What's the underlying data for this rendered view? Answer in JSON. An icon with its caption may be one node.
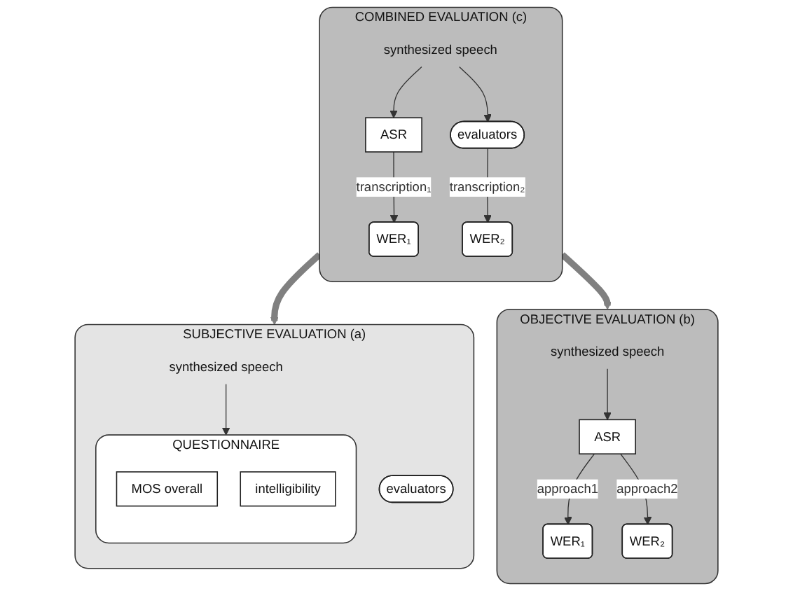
{
  "diagram": {
    "nodes": [
      {
        "text": [
          "SUBJECTIVE EVALUATION (a)"
        ]
      },
      {
        "text": [
          "synthesized speech"
        ],
        "in": 0
      },
      {
        "text": [
          "evaluators"
        ],
        "in": 0
      },
      {
        "text": [
          "QUESTIONNAIRE"
        ],
        "in": 0
      },
      {
        "text": [
          "MOS overall"
        ],
        "in": 3
      },
      {
        "text": [
          "intelligibility"
        ],
        "in": 3
      },
      {
        "text": [
          "OBJECTIVE EVALUATION (b)"
        ]
      },
      {
        "text": [
          "synthesized speech"
        ],
        "in": 6
      },
      {
        "text": [
          "ASR"
        ],
        "in": 6
      },
      {
        "text": [
          "WER₁"
        ],
        "in": 6
      },
      {
        "text": [
          "WER₂"
        ],
        "in": 6
      },
      {
        "text": [
          "COMBINED EVALUATION (c)"
        ]
      },
      {
        "text": [
          "synthesized speech"
        ],
        "in": 11
      },
      {
        "text": [
          "ASR"
        ],
        "in": 11
      },
      {
        "text": [
          "evaluators"
        ],
        "in": 11
      },
      {
        "text": [
          "WER₁"
        ],
        "in": 11
      },
      {
        "text": [
          "WER₂"
        ],
        "in": 11
      }
    ],
    "edges": [
      {
        "from": 1,
        "to": 3,
        "arrow": "to"
      },
      {
        "from": 7,
        "to": 8,
        "arrow": "to"
      },
      {
        "from": 8,
        "to": 9,
        "arrow": "to",
        "label": "approach1"
      },
      {
        "from": 8,
        "to": 10,
        "arrow": "to",
        "label": "approach2"
      },
      {
        "from": 12,
        "to": 13,
        "arrow": "to"
      },
      {
        "from": 12,
        "to": 14,
        "arrow": "to"
      },
      {
        "from": 13,
        "to": 15,
        "arrow": "to",
        "label": "transcription₁"
      },
      {
        "from": 14,
        "to": 16,
        "arrow": "to",
        "label": "transcription₂"
      },
      {
        "from": 11,
        "to": 0,
        "arrow": "to",
        "style": "thick",
        "color": "#808080"
      },
      {
        "from": 11,
        "to": 6,
        "arrow": "to",
        "style": "thick",
        "color": "#808080"
      }
    ]
  }
}
